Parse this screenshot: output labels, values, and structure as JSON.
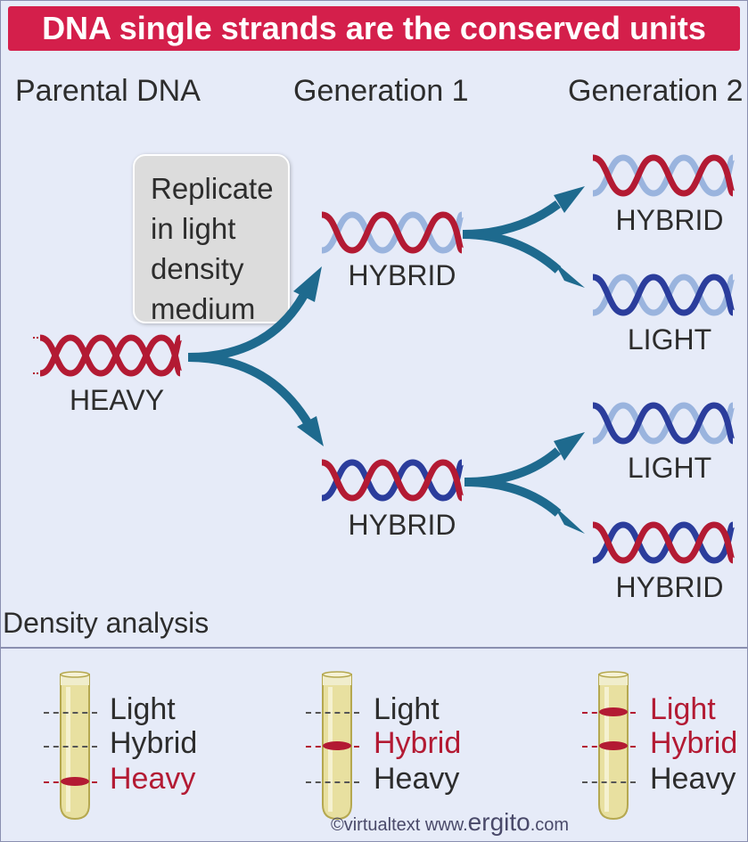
{
  "title": "DNA single strands are the conserved units",
  "columns": {
    "parental": "Parental DNA",
    "gen1": "Generation 1",
    "gen2": "Generation 2"
  },
  "callout_text": [
    "Replicate",
    "in light",
    "density",
    "medium"
  ],
  "molecules": {
    "parental": "HEAVY",
    "gen1_top": "HYBRID",
    "gen1_bottom": "HYBRID",
    "gen2_1": "HYBRID",
    "gen2_2": "LIGHT",
    "gen2_3": "LIGHT",
    "gen2_4": "HYBRID"
  },
  "density": {
    "title": "Density analysis",
    "tubes": [
      {
        "labels": [
          "Light",
          "Hybrid",
          "Heavy"
        ],
        "bands": [
          false,
          false,
          true
        ]
      },
      {
        "labels": [
          "Light",
          "Hybrid",
          "Heavy"
        ],
        "bands": [
          false,
          true,
          false
        ]
      },
      {
        "labels": [
          "Light",
          "Hybrid",
          "Heavy"
        ],
        "bands": [
          true,
          true,
          false
        ]
      }
    ]
  },
  "footer": {
    "prefix": "©virtualtext  www.",
    "brand": "ergito",
    "suffix": ".com"
  },
  "colors": {
    "banner": "#d41f4b",
    "heavy_strand": "#b31a33",
    "light_strand_dark": "#2b3d9c",
    "light_strand_pale": "#9ab4de",
    "arrow": "#1e6a8e",
    "band": "#b31a33"
  }
}
